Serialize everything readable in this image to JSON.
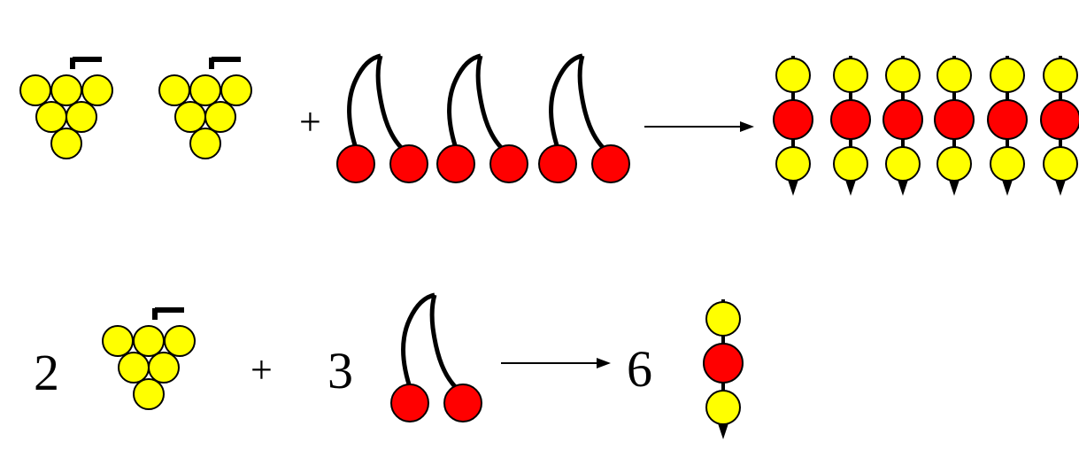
{
  "colors": {
    "grape": "#ffff00",
    "cherry": "#ff0000",
    "outline": "#000000",
    "background": "#ffffff"
  },
  "icons": {
    "grape_bunch": "grape-bunch-icon",
    "cherry_pair": "cherry-pair-icon",
    "skewer": "skewer-icon",
    "reaction_arrow": "arrow-right-icon"
  },
  "pictorial_equation": {
    "plus": "+",
    "grape_bunch_count": 2,
    "cherry_pair_count": 3,
    "skewer_count": 6
  },
  "balanced_equation": {
    "grape_coefficient": "2",
    "plus": "+",
    "cherry_coefficient": "3",
    "skewer_coefficient": "6"
  }
}
